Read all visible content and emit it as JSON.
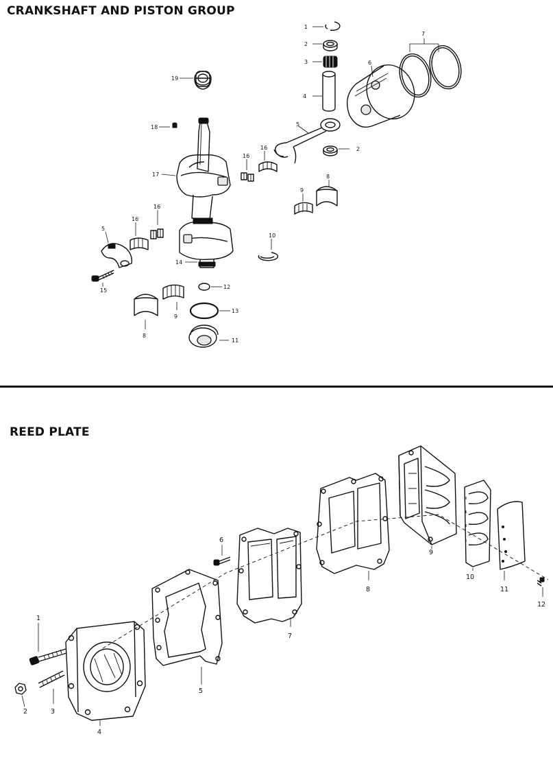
{
  "sections": {
    "crankshaft": {
      "title": "CRANKSHAFT AND PISTON GROUP"
    },
    "reed": {
      "title": "REED PLATE"
    }
  },
  "callouts": {
    "c1": "1",
    "c2a": "2",
    "c3": "3",
    "c4": "4",
    "c5a": "5",
    "c6": "6",
    "c7": "7",
    "c2b": "2",
    "c19": "19",
    "c18": "18",
    "c17": "17",
    "c16a": "16",
    "c16b": "16",
    "c16c": "16",
    "c16d": "16",
    "c9a": "9",
    "c8a": "8",
    "c5b": "5",
    "c10": "10",
    "c14": "14",
    "c15": "15",
    "c12": "12",
    "c13": "13",
    "c9b": "9",
    "c8b": "8",
    "c11": "11",
    "r1": "1",
    "r2": "2",
    "r3": "3",
    "r4": "4",
    "r5": "5",
    "r6": "6",
    "r7": "7",
    "r8": "8",
    "r9": "9",
    "r10": "10",
    "r11": "11",
    "r12": "12"
  }
}
